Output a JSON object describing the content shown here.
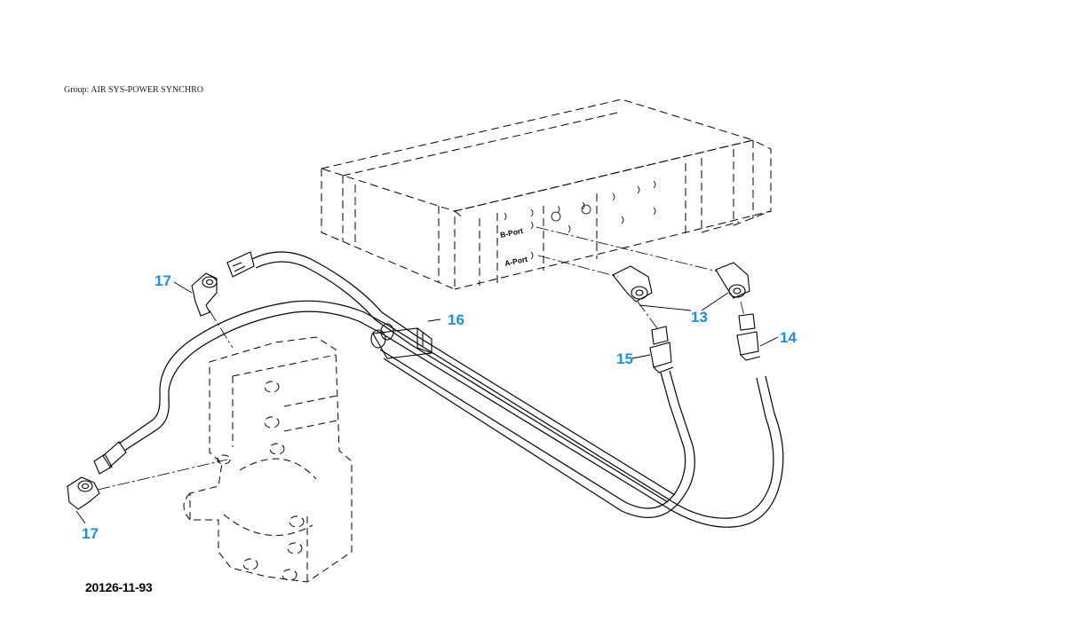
{
  "header": {
    "group_title": "Group: AIR SYS-POWER SYNCHRO"
  },
  "figure": {
    "id": "20126-11-93"
  },
  "ports": {
    "b_port": "B-Port",
    "a_port": "A-Port"
  },
  "callouts": {
    "c13": "13",
    "c14": "14",
    "c15": "15",
    "c16": "16",
    "c17_top": "17",
    "c17_bottom": "17"
  },
  "colors": {
    "callout": "#1a8fe6",
    "line": "#000000"
  }
}
